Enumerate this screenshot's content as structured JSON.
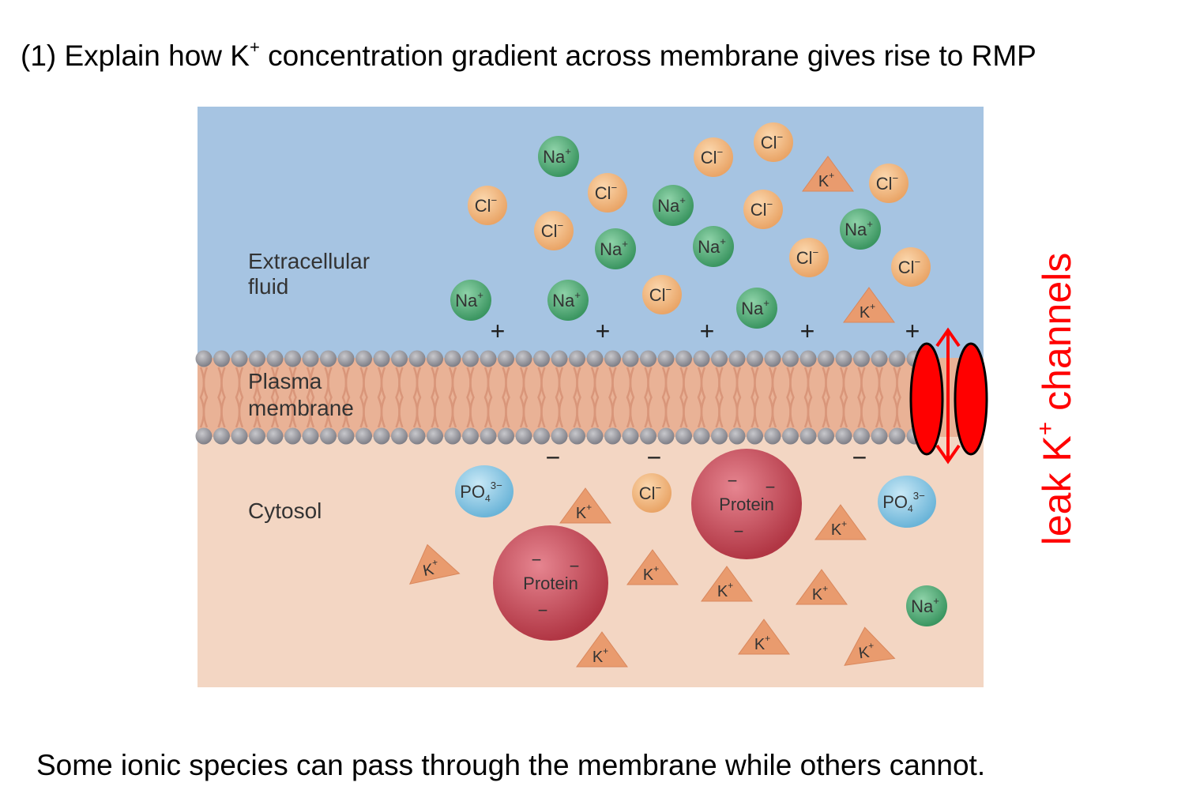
{
  "title": {
    "prefix": "(1) Explain how K",
    "sup": "+",
    "suffix": " concentration gradient across membrane gives rise to RMP"
  },
  "caption": "Some ionic species can pass through the membrane while others cannot.",
  "regions": {
    "extracellular_line1": "Extracellular",
    "extracellular_line2": "fluid",
    "membrane_line1": "Plasma",
    "membrane_line2": "membrane",
    "cytosol": "Cytosol"
  },
  "side_label": {
    "prefix": "leak K",
    "sup": "+",
    "suffix": " channels"
  },
  "ion_labels": {
    "na": "Na",
    "cl": "Cl",
    "k": "K",
    "po4": "PO",
    "protein": "Protein",
    "plus": "+",
    "minus": "−"
  },
  "colors": {
    "extracellular": "#a6c4e2",
    "membrane": "#e9b296",
    "cytosol": "#f3d6c3",
    "na_fill": "#4faa73",
    "cl_fill": "#f1b580",
    "k_fill": "#e99b6e",
    "po4_fill": "#8fc9e4",
    "protein_fill": "#cc4a58",
    "channel": "#ff0000"
  }
}
